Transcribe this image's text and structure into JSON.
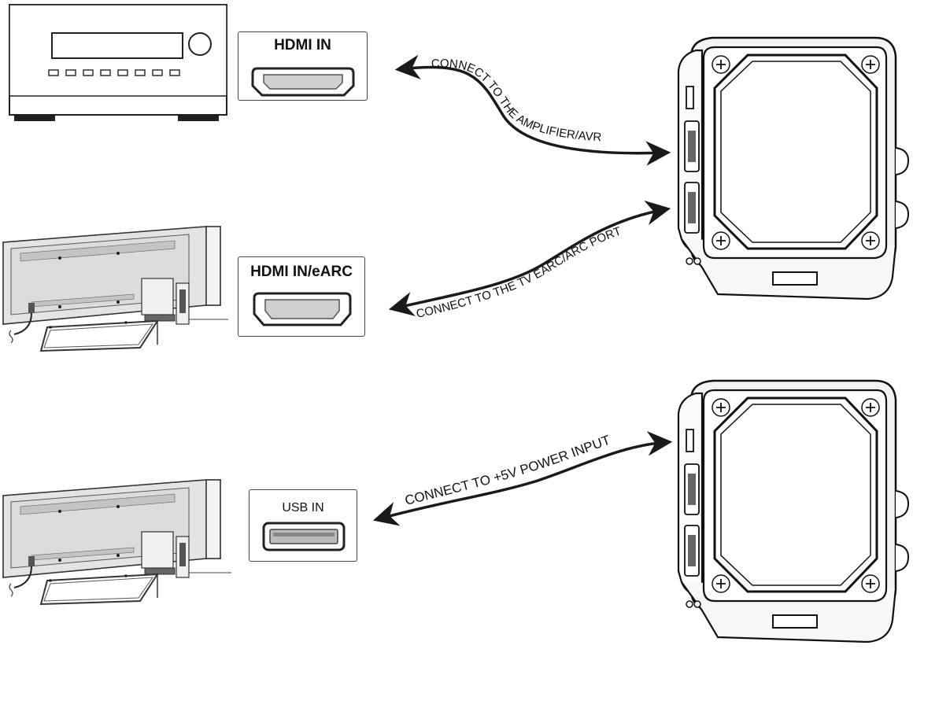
{
  "labels": {
    "hdmi_in": "HDMI IN",
    "hdmi_in_earc": "HDMI IN/eARC",
    "usb_in": "USB IN"
  },
  "connections": {
    "amplifier": "CONNECT TO THE AMPLIFIER/AVR",
    "tv_earc": "CONNECT TO THE TV EARC/ARC PORT",
    "power": "CONNECT TO +5V POWER INPUT"
  },
  "colors": {
    "line": "#1a1a1a",
    "tv_fill": "#e8e8e8",
    "tv_panel": "#cfcfcf",
    "device_fill": "#ffffff"
  },
  "icons": [
    "avr-receiver-icon",
    "tv-back-icon",
    "hdmi-port-icon",
    "usb-port-icon",
    "extractor-device-icon",
    "double-arrow-icon"
  ]
}
